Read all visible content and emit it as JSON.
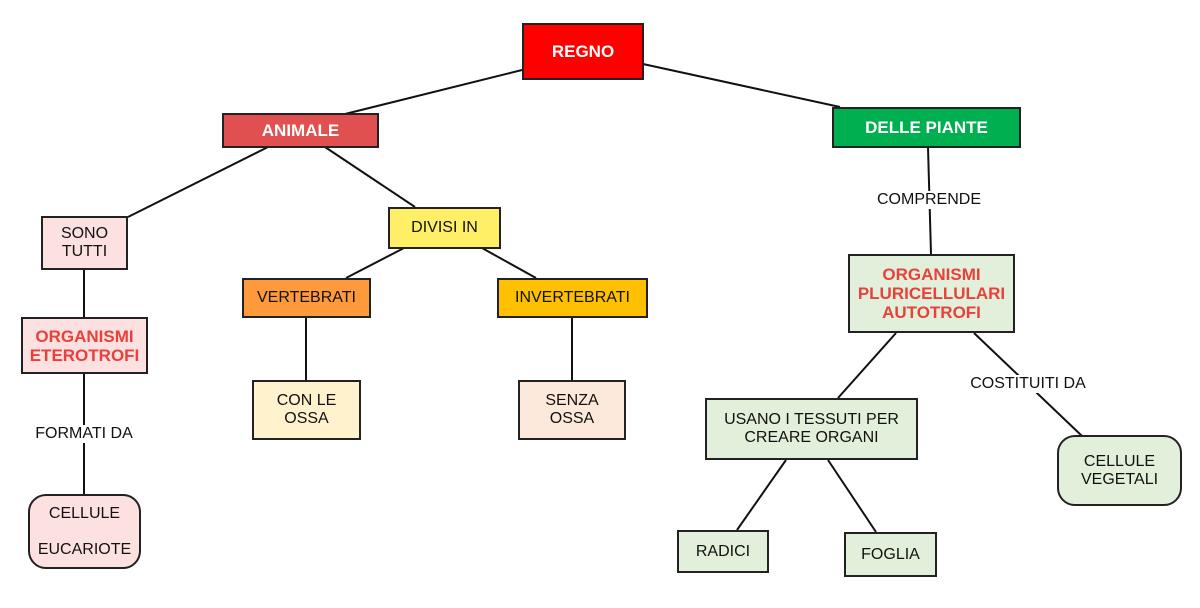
{
  "nodes": {
    "regno": {
      "text": "REGNO",
      "color": "#ff0000"
    },
    "animale": {
      "text": "ANIMALE",
      "color": "#e05050"
    },
    "piante": {
      "text": "DELLE PIANTE",
      "color": "#00b050"
    },
    "sono_tutti": {
      "text": "SONO\nTUTTI",
      "color": "#fde0e0"
    },
    "eterotrofi": {
      "text": "ORGANISMI\nETEROTROFI",
      "color": "#fde0e0"
    },
    "eucariote": {
      "text": "CELLULE\n\nEUCARIOTE",
      "color": "#fde0e0"
    },
    "divisi_in": {
      "text": "DIVISI IN",
      "color": "#ffef66"
    },
    "vertebrati": {
      "text": "VERTEBRATI",
      "color": "#ff9a3c"
    },
    "invertebrati": {
      "text": "INVERTEBRATI",
      "color": "#ffc000"
    },
    "con_ossa": {
      "text": "CON LE\nOSSA",
      "color": "#fff2cc"
    },
    "senza_ossa": {
      "text": "SENZA\nOSSA",
      "color": "#fde9dc"
    },
    "autotrofi": {
      "text": "ORGANISMI\nPLURICELLULARI\nAUTOTROFI",
      "color": "#e2efda"
    },
    "tessuti": {
      "text": "USANO I TESSUTI PER\nCREARE ORGANI",
      "color": "#e2efda"
    },
    "vegetali": {
      "text": "CELLULE\nVEGETALI",
      "color": "#e2efda"
    },
    "radici": {
      "text": "RADICI",
      "color": "#e2efda"
    },
    "foglia": {
      "text": "FOGLIA",
      "color": "#e2efda"
    }
  },
  "link_labels": {
    "formati_da": "FORMATI DA",
    "comprende": "COMPRENDE",
    "costituiti_da": "COSTITUITI DA"
  }
}
